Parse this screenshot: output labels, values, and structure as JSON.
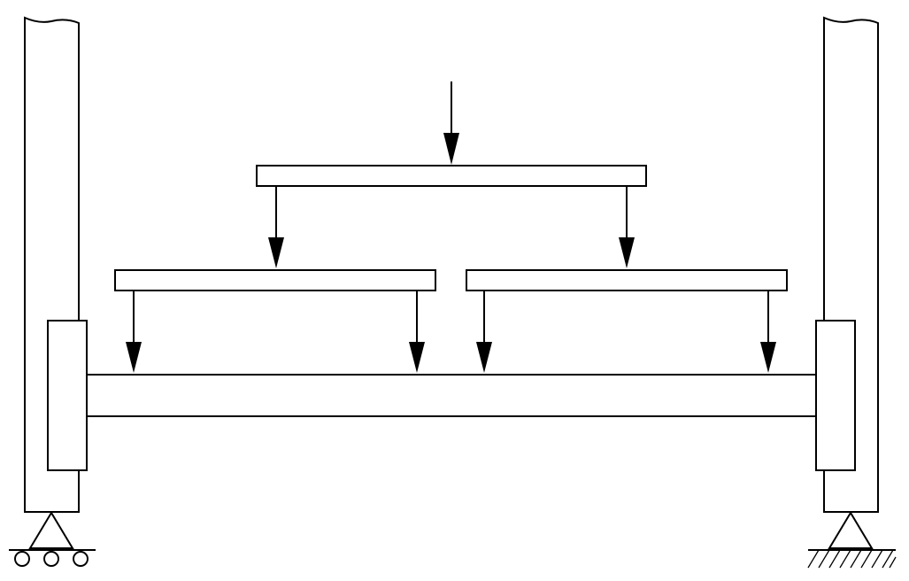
{
  "diagram": {
    "type": "structural-load-diagram",
    "description_elements": [
      "left-column-icon",
      "right-column-icon",
      "top-load-arrow",
      "top-distribution-beam",
      "left-distribution-beam",
      "right-distribution-beam",
      "main-beam",
      "roller-support-icon",
      "pinned-support-icon"
    ],
    "colors": {
      "stroke": "#000000",
      "fill": "#ffffff",
      "background": "#ffffff"
    }
  }
}
